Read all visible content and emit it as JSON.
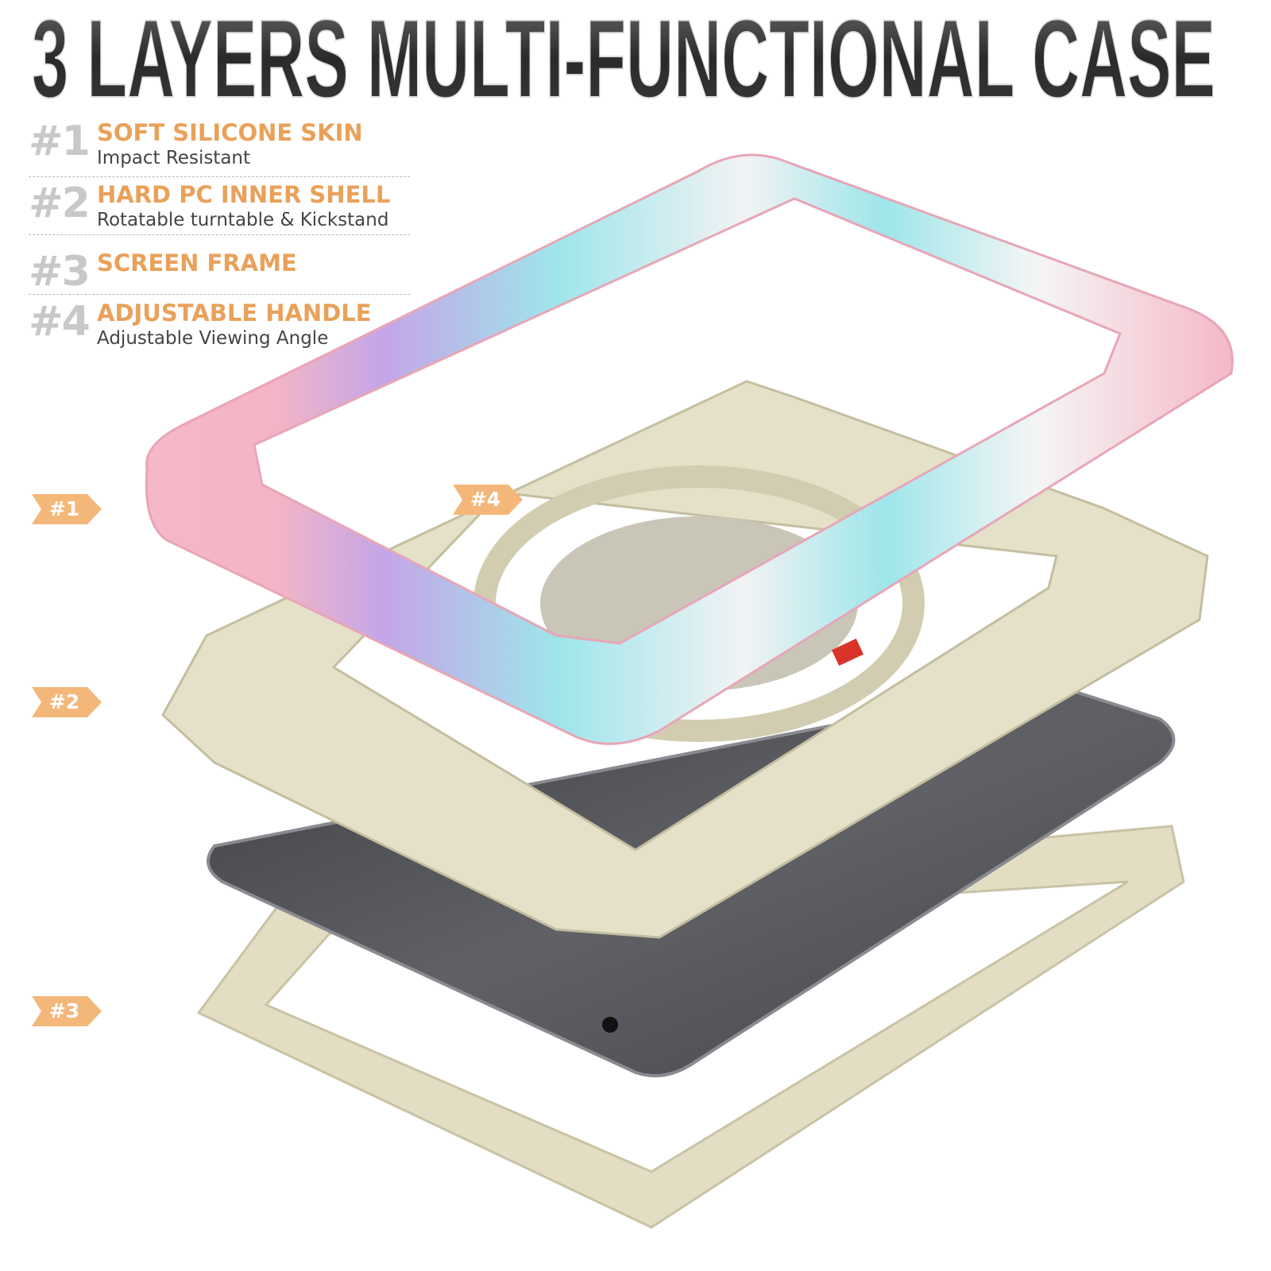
{
  "title": "3 LAYERS MULTI-FUNCTIONAL CASE",
  "features": [
    {
      "num": "#1",
      "heading": "SOFT SILICONE SKIN",
      "sub": "Impact Resistant"
    },
    {
      "num": "#2",
      "heading": "HARD PC INNER SHELL",
      "sub": "Rotatable turntable & Kickstand"
    },
    {
      "num": "#3",
      "heading": "SCREEN FRAME",
      "sub": ""
    },
    {
      "num": "#4",
      "heading": "ADJUSTABLE HANDLE",
      "sub": "Adjustable Viewing Angle"
    }
  ],
  "tags": [
    "#1",
    "#2",
    "#3",
    "#4"
  ],
  "colors": {
    "accent": "#e9a15a",
    "tag": "#f4b77a",
    "number_gray": "#c8c8c8",
    "skin_pink": "#f5b8c8",
    "skin_purple": "#c3a6e8",
    "skin_cyan": "#9ee6ea",
    "shell_beige": "#e3dfc6",
    "tablet_gray": "#55565a"
  }
}
